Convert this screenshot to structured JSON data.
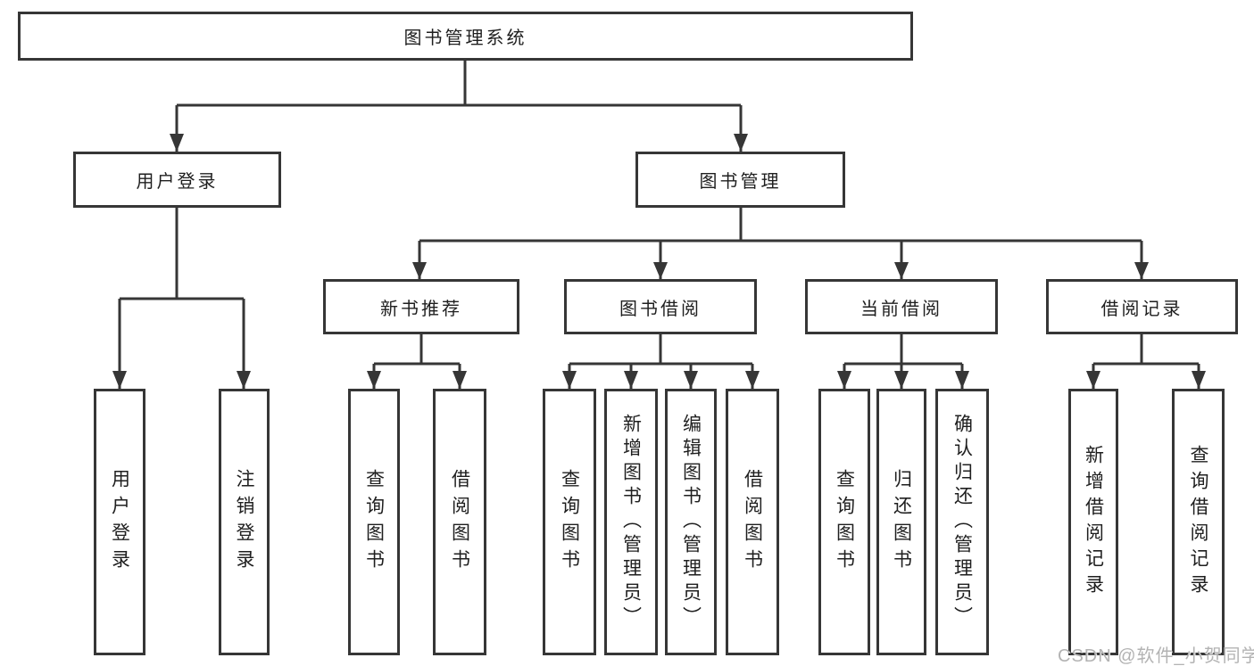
{
  "diagram": {
    "type": "hierarchy-chart",
    "colors": {
      "line": "#363636",
      "box_border": "#363636",
      "box_background": "#ffffff",
      "text": "#1f1f1f",
      "watermark": "#b3b3b3",
      "background": "#ffffff"
    },
    "boxes": {
      "root": "图书管理系统",
      "level2": [
        "用户登录",
        "图书管理"
      ],
      "level3": [
        "新书推荐",
        "图书借阅",
        "当前借阅",
        "借阅记录"
      ],
      "leaves": [
        "用户登录",
        "注销登录",
        "查询图书",
        "借阅图书",
        "查询图书",
        "新增图书（管理员）",
        "编辑图书（管理员）",
        "借阅图书",
        "查询图书",
        "归还图书",
        "确认归还（管理员）",
        "新增借阅记录",
        "查询借阅记录"
      ]
    },
    "structure": {
      "图书管理系统": [
        "用户登录",
        "图书管理"
      ],
      "用户登录": [
        "用户登录",
        "注销登录"
      ],
      "图书管理": [
        "新书推荐",
        "图书借阅",
        "当前借阅",
        "借阅记录"
      ],
      "新书推荐": [
        "查询图书",
        "借阅图书"
      ],
      "图书借阅": [
        "查询图书",
        "新增图书（管理员）",
        "编辑图书（管理员）",
        "借阅图书"
      ],
      "当前借阅": [
        "查询图书",
        "归还图书",
        "确认归还（管理员）"
      ],
      "借阅记录": [
        "新增借阅记录",
        "查询借阅记录"
      ]
    },
    "watermark": "CSDN @软件_小贺同学"
  }
}
